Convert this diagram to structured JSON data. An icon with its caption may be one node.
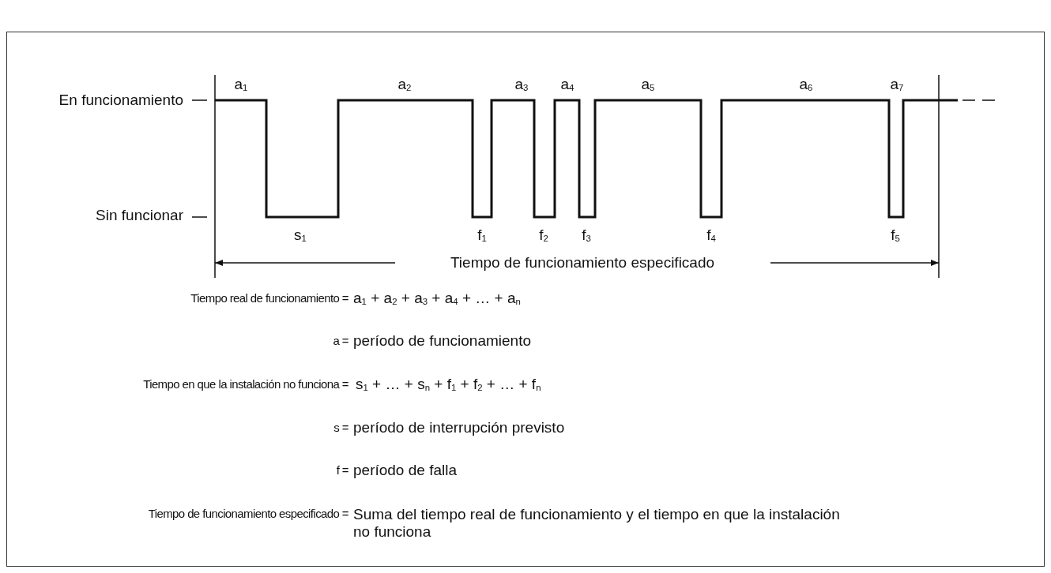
{
  "diagram": {
    "labels": [
      "En funcionamiento",
      "Sin funcionar",
      "a$_{1}$",
      "a$_{2}$",
      "a$_{3}$",
      "a$_{4}$",
      "a$_{5}$",
      "a$_{6}$",
      "a$_{7}$",
      "s$_{1}$",
      "f$_{1}$",
      "f$_{2}$",
      "f$_{3}$",
      "f$_{4}$",
      "f$_{5}$",
      "Tiempo de funcionamiento especificado",
      "Tiempo real de funcionamiento =",
      "a$_{1}$ + a$_{2}$ + a$_{3}$ + a$_{4}$ + … + a$_{n}$",
      "a =",
      "período de funcionamiento",
      "Tiempo en que la instalación no funciona =",
      "s$_{1}$ + … + s$_{n}$ + f$_{1}$ + f$_{2}$ + … + f$_{n}$",
      "s =",
      "período de interrupción previsto",
      "f =",
      "período de falla",
      "Tiempo de funcionamiento especificado =",
      "Suma del tiempo real de funcionamiento y el tiempo en que la instalación no funciona"
    ]
  }
}
